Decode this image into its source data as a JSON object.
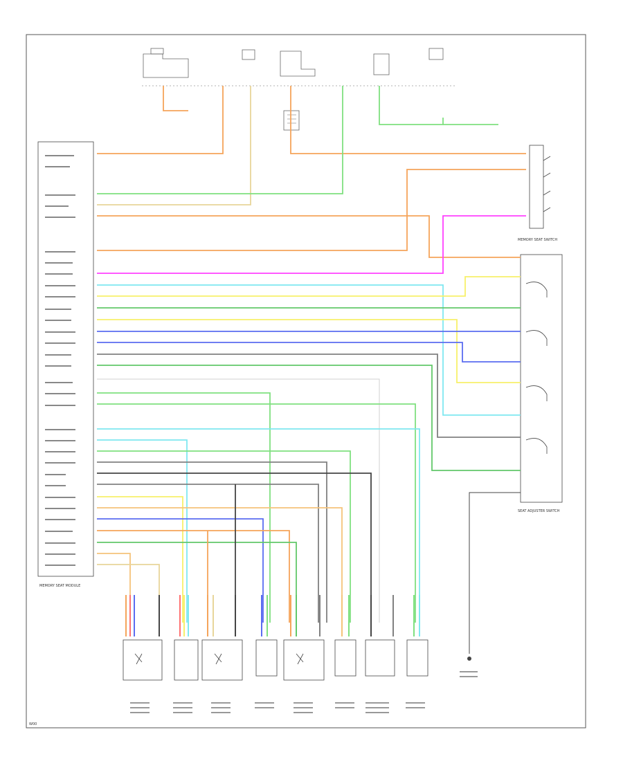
{
  "colors": {
    "orange": "#f5a45a",
    "tan": "#e8d59a",
    "light_green": "#7fe07f",
    "green": "#62c86a",
    "pink": "#ffb0a0",
    "magenta": "#ff40ff",
    "light_blue": "#7fe8f0",
    "yellow": "#f7f06a",
    "blue": "#5a6cf0",
    "gray": "#808080",
    "dark_gray": "#707070",
    "black": "#444444",
    "frame": "#555555"
  },
  "icons": [
    "fuse-icon",
    "switch-icon",
    "ground-icon",
    "motor-icon"
  ],
  "labels": {
    "module": "MEMORY SEAT MODULE",
    "seat_switch": "MEMORY SEAT SWITCH",
    "adjuster_switch": "SEAT ADJUSTER SWITCH",
    "footer_code": "W00"
  }
}
